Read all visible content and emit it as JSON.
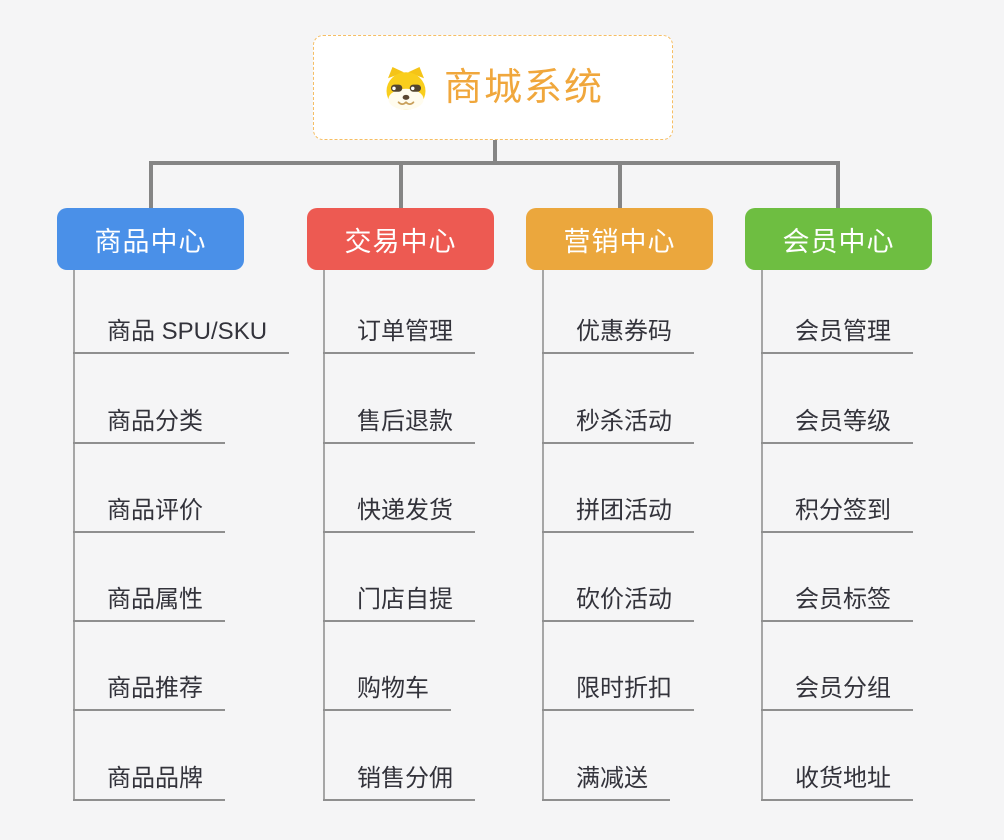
{
  "root": {
    "title": "商城系统",
    "icon": "dog-face-icon"
  },
  "branches": [
    {
      "label": "商品中心",
      "color": "#4a90e8",
      "items": [
        "商品 SPU/SKU",
        "商品分类",
        "商品评价",
        "商品属性",
        "商品推荐",
        "商品品牌"
      ]
    },
    {
      "label": "交易中心",
      "color": "#ed5a52",
      "items": [
        "订单管理",
        "售后退款",
        "快递发货",
        "门店自提",
        "购物车",
        "销售分佣"
      ]
    },
    {
      "label": "营销中心",
      "color": "#eba73d",
      "items": [
        "优惠券码",
        "秒杀活动",
        "拼团活动",
        "砍价活动",
        "限时折扣",
        "满减送"
      ]
    },
    {
      "label": "会员中心",
      "color": "#6ebe41",
      "items": [
        "会员管理",
        "会员等级",
        "积分签到",
        "会员标签",
        "会员分组",
        "收货地址"
      ]
    }
  ],
  "colors": {
    "background": "#f5f5f6",
    "root_accent": "#f0a73c",
    "root_border": "#f6be63",
    "connector": "#858585",
    "trunk": "#a6a6a6",
    "leaf_underline": "#8f8f8f",
    "leaf_text": "#33333b"
  }
}
